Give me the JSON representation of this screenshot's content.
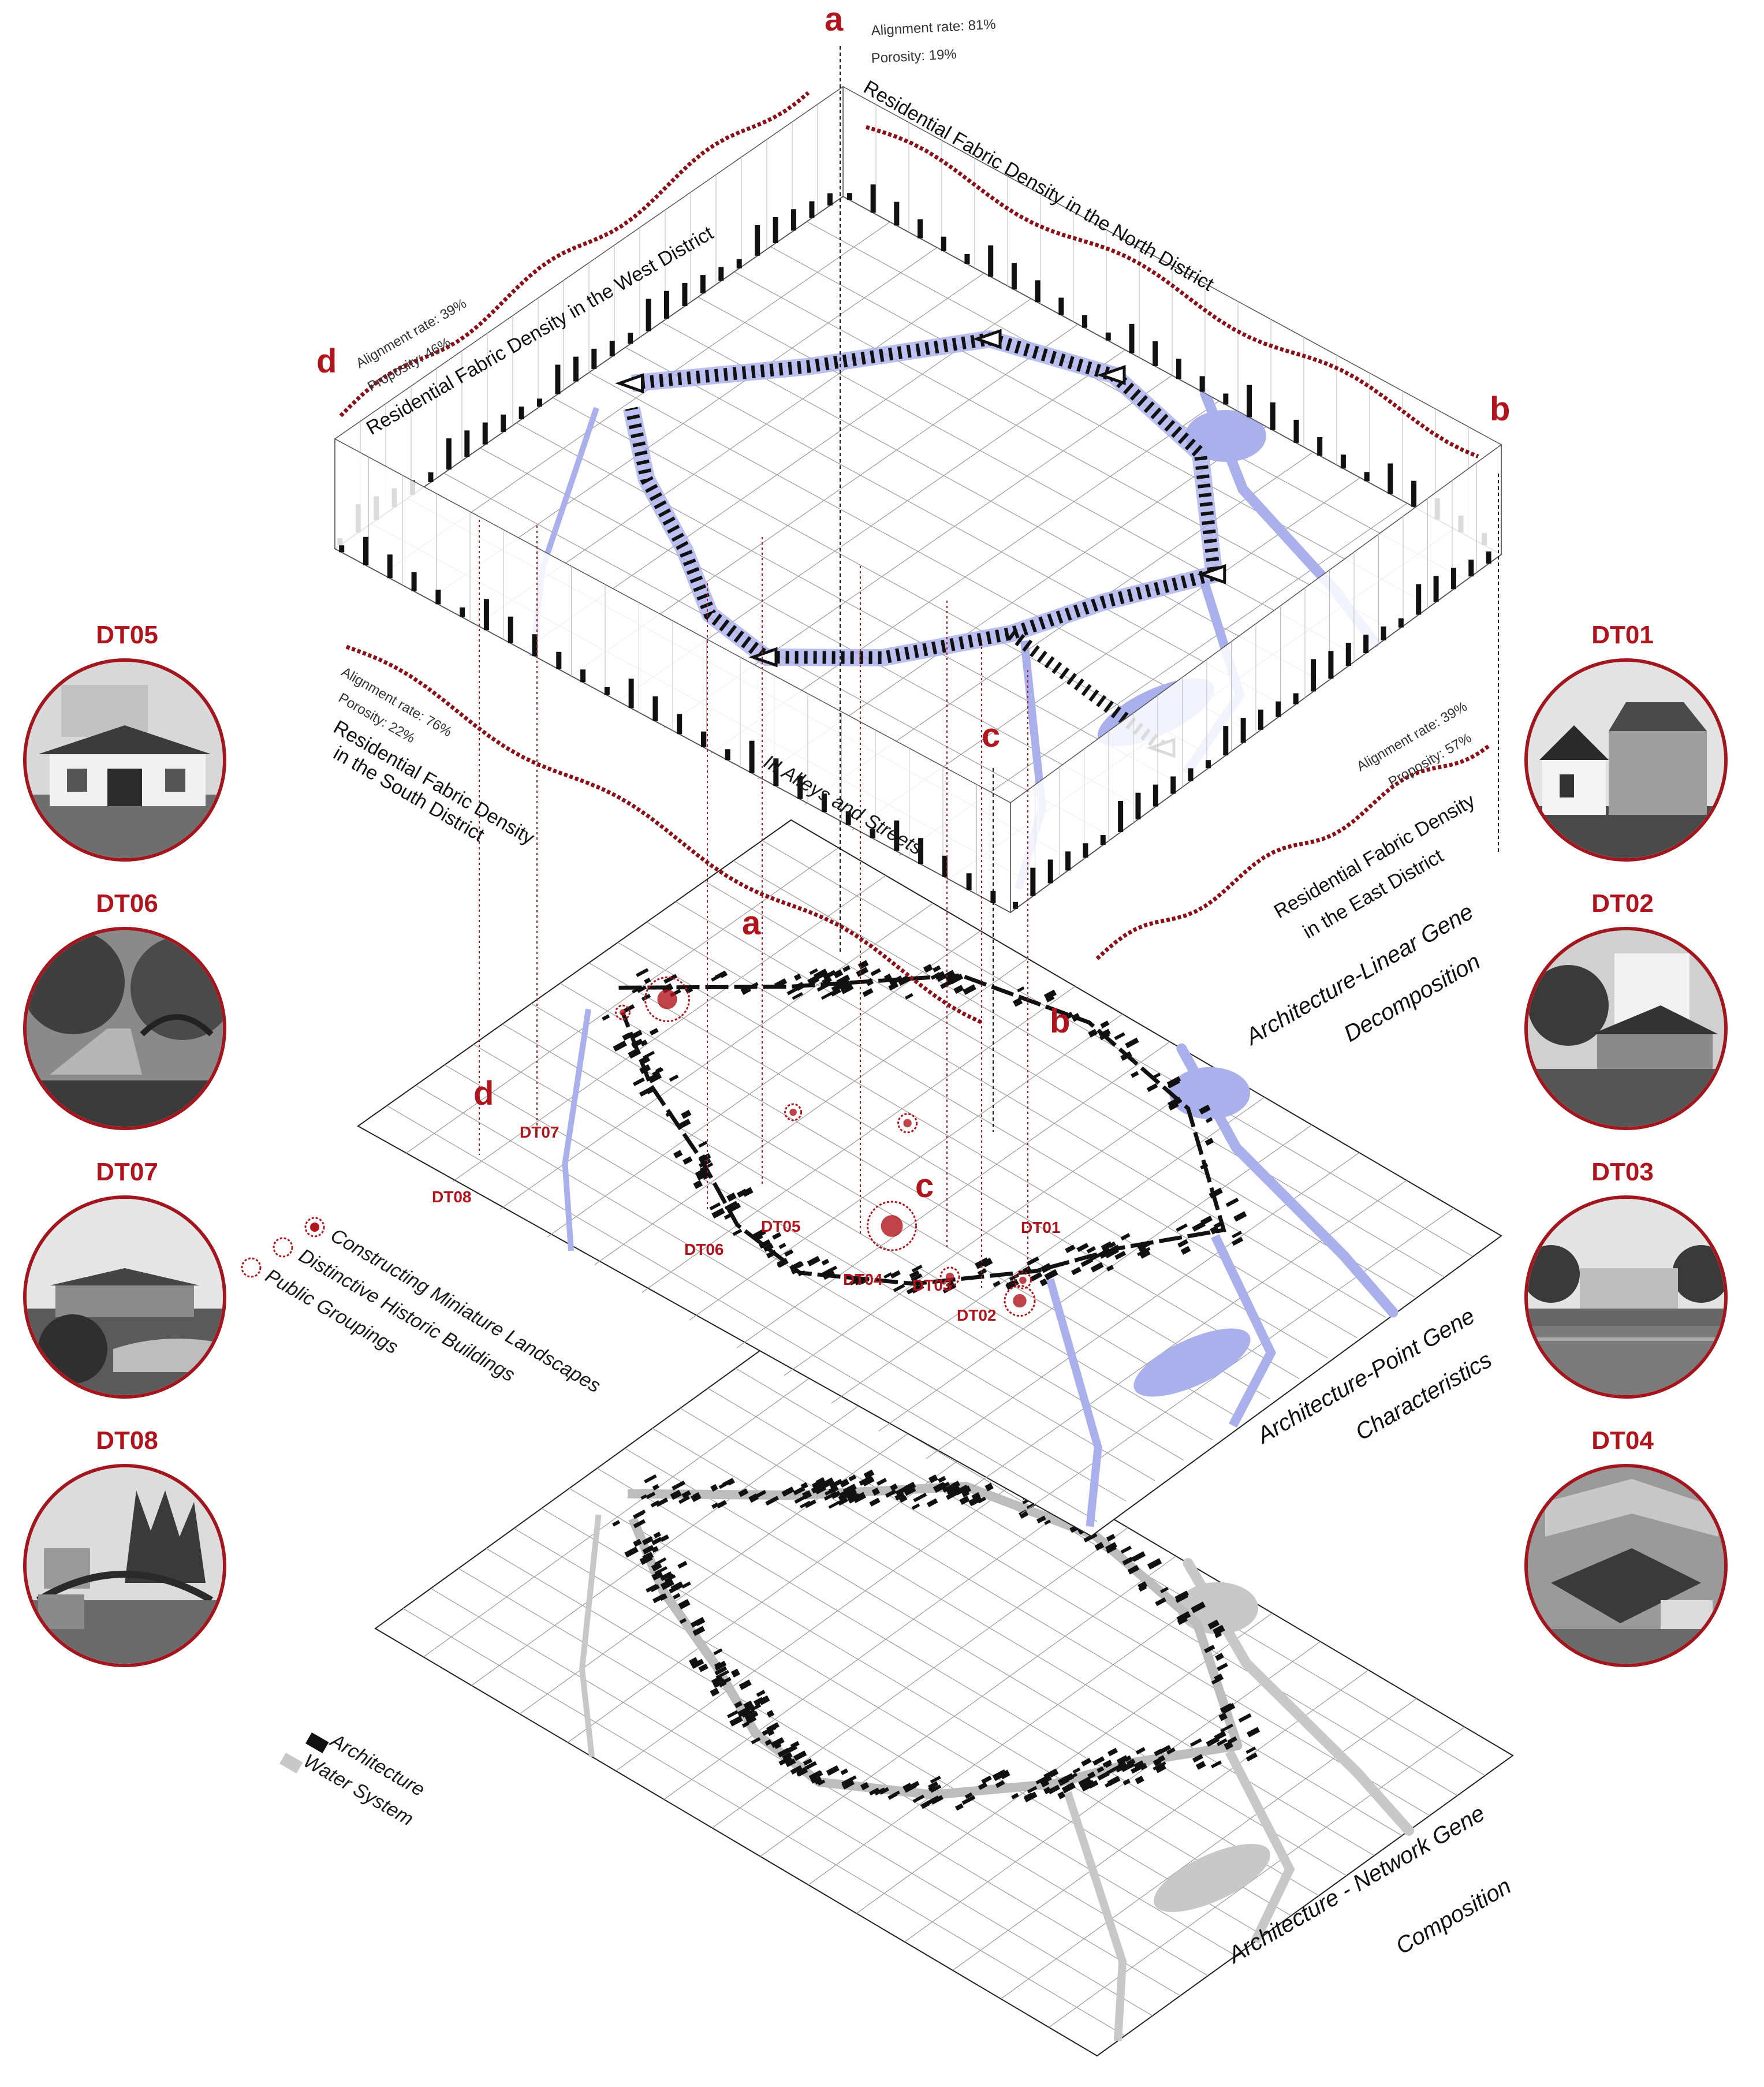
{
  "markers": {
    "a": "a",
    "b": "b",
    "c": "c",
    "d": "d"
  },
  "north": {
    "alignment": "Alignment rate: 81%",
    "porosity": "Porosity: 19%",
    "title": "Residential Fabric Density in the North District"
  },
  "west": {
    "alignment": "Alignment rate: 39%",
    "porosity": "Proposity: 46%",
    "title": "Residential Fabric Density in the West District"
  },
  "south": {
    "alignment": "Alignment rate: 76%",
    "porosity": "Porosity: 22%",
    "title_line1": "Residential Fabric Density",
    "title_line2": "in the South District"
  },
  "east": {
    "alignment": "Alignment rate: 39%",
    "porosity": "Proposity: 57%",
    "title_line1": "Residential Fabric Density",
    "title_line2": "in the East District"
  },
  "alleys_label": "III Alleys and Streets",
  "layers": {
    "top_line1": "Architecture-Linear Gene",
    "top_line2": "Decomposition",
    "mid_line1": "Architecture-Point Gene",
    "mid_line2": "Characteristics",
    "bottom_line1": "Architecture - Network Gene",
    "bottom_line2": "Composition"
  },
  "point_legend": {
    "landscapes": "Constructing Miniature Landscapes",
    "historic": "Distinctive Historic Buildings",
    "public": "Public Groupings"
  },
  "network_legend": {
    "architecture": "Architecture",
    "water": "Water System"
  },
  "photos_left": [
    "DT05",
    "DT06",
    "DT07",
    "DT08"
  ],
  "photos_right": [
    "DT01",
    "DT02",
    "DT03",
    "DT04"
  ],
  "map_points": [
    "DT01",
    "DT02",
    "DT03",
    "DT04",
    "DT05",
    "DT06",
    "DT07",
    "DT08"
  ],
  "colors": {
    "accent": "#b0141c",
    "water": "#aab0ec",
    "grid": "#9a9a9a",
    "water_gray": "#c8c8c8"
  }
}
